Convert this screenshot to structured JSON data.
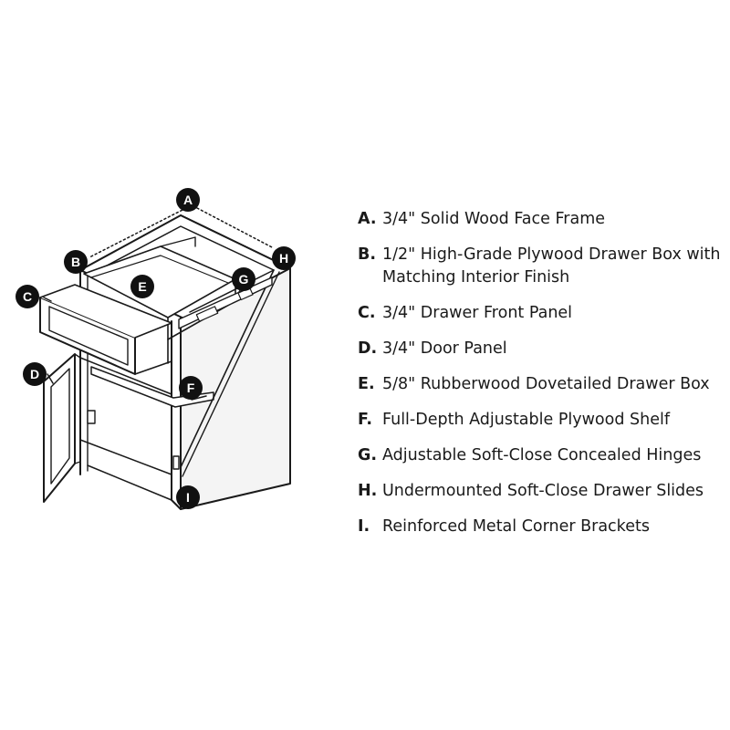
{
  "callouts": [
    {
      "letter": "A"
    },
    {
      "letter": "B"
    },
    {
      "letter": "C"
    },
    {
      "letter": "D"
    },
    {
      "letter": "E"
    },
    {
      "letter": "F"
    },
    {
      "letter": "G"
    },
    {
      "letter": "H"
    },
    {
      "letter": "I"
    }
  ],
  "legend": [
    {
      "key": "A.",
      "text": "3/4\" Solid Wood Face Frame"
    },
    {
      "key": "B.",
      "text": "1/2\" High-Grade Plywood Drawer Box with Matching Interior Finish"
    },
    {
      "key": "C.",
      "text": "3/4\" Drawer Front Panel"
    },
    {
      "key": "D.",
      "text": "3/4\" Door Panel"
    },
    {
      "key": "E.",
      "text": "5/8\" Rubberwood Dovetailed Drawer Box"
    },
    {
      "key": "F.",
      "text": "Full-Depth Adjustable Plywood Shelf"
    },
    {
      "key": "G.",
      "text": "Adjustable Soft-Close Concealed Hinges"
    },
    {
      "key": "H.",
      "text": "Undermounted Soft-Close Drawer Slides"
    },
    {
      "key": "I.",
      "text": "Reinforced Metal Corner Brackets"
    }
  ],
  "colors": {
    "ink": "#1a1a1a",
    "callout_fill": "#111111",
    "paper": "#ffffff",
    "panel_shade": "#f4f4f4"
  }
}
